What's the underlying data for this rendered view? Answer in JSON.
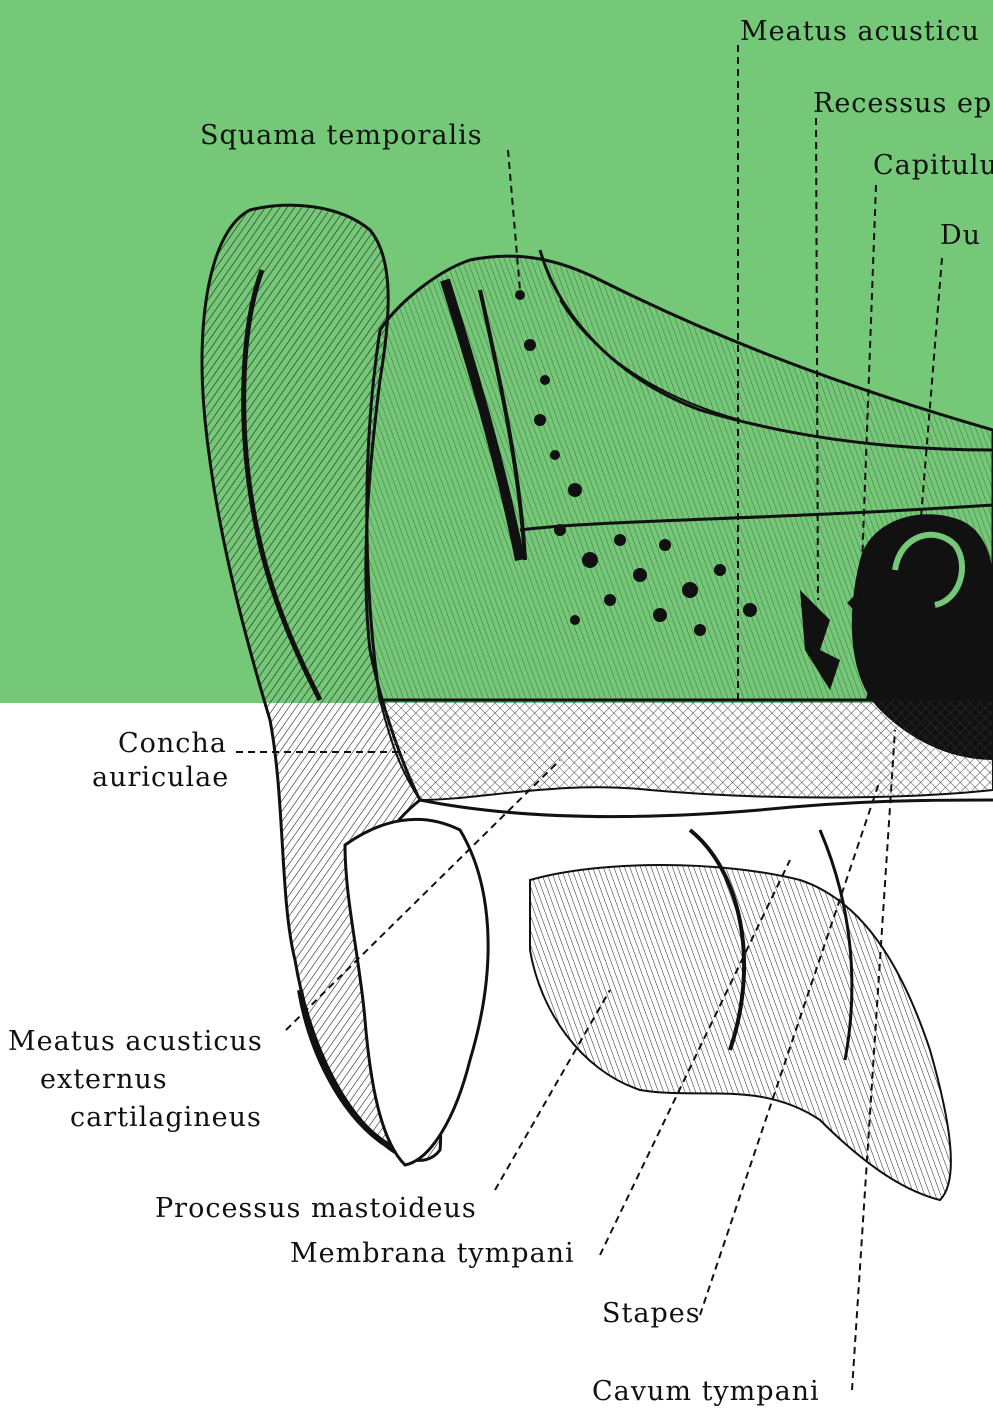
{
  "background": {
    "band_color": "#74c877",
    "paper_color": "#ffffff",
    "ink_color": "#111111"
  },
  "labels": {
    "meatus_internus": "Meatus acusticu",
    "recessus": "Recessus ep",
    "capitulum": "Capitulu",
    "ductus": "Du",
    "squama": "Squama temporalis",
    "concha_1": "Concha",
    "concha_2": "auriculae",
    "meatus_ext_1": "Meatus acusticus",
    "meatus_ext_2": "externus",
    "meatus_ext_3": "cartilagineus",
    "processus": "Processus mastoideus",
    "membrana": "Membrana tympani",
    "stapes": "Stapes",
    "cavum": "Cavum tympani"
  }
}
